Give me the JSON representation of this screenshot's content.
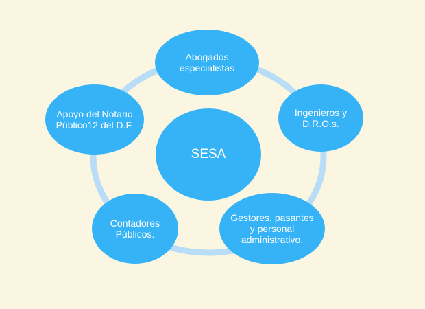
{
  "colors": {
    "background": "#fbf6e1",
    "node": "#35b3f6",
    "ring": "#b9dcf7",
    "text": "#ffffff"
  },
  "center": {
    "label": "SESA"
  },
  "nodes": {
    "top": "Abogados especialistas",
    "right": "Ingenieros  y D.R.O.s.",
    "bottom_right": "Gestores, pasantes y personal administrativo.",
    "bottom_left": "Contadores Públicos.",
    "left": "Apoyo del Notario Público12 del D.F."
  }
}
